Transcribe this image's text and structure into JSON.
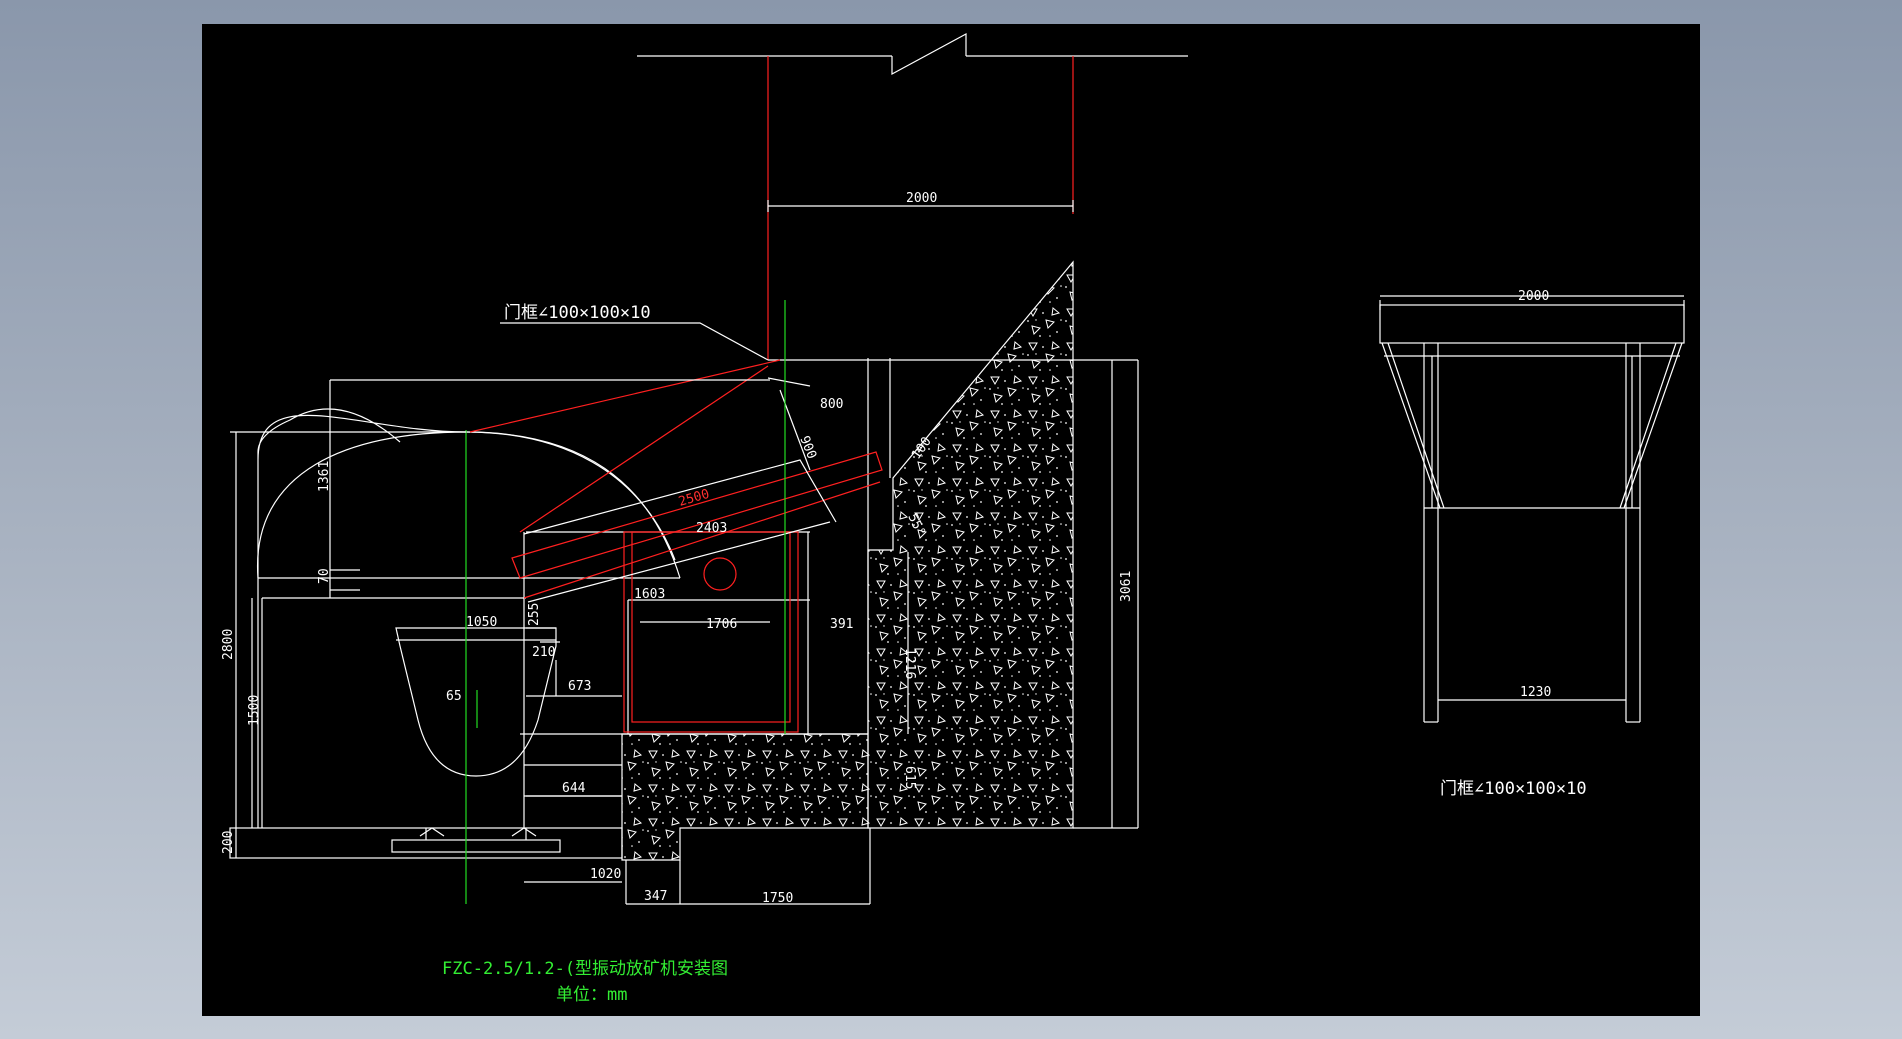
{
  "colors": {
    "background_outer": "#97a3b5",
    "canvas": "#000000",
    "line_white": "#ffffff",
    "line_red": "#ff2020",
    "line_green": "#22dd22",
    "text_white": "#ffffff",
    "text_red": "#ff3030",
    "text_green": "#33ee33"
  },
  "main_view": {
    "dimensions": {
      "d_2000_top": "2000",
      "d_800": "800",
      "d_900": "900",
      "d_100": "100",
      "d_55": "55°",
      "d_1361": "1361",
      "d_70": "70",
      "d_2500": "2500",
      "d_2403": "2403",
      "d_1603": "1603",
      "d_1050": "1050",
      "d_255": "255",
      "d_210": "210",
      "d_1706": "1706",
      "d_391": "391",
      "d_2800": "2800",
      "d_1500": "1500",
      "d_65": "65",
      "d_673": "673",
      "d_644": "644",
      "d_200": "200",
      "d_1020": "1020",
      "d_347": "347",
      "d_1750": "1750",
      "d_1216": "1216",
      "d_615": "615",
      "d_3061": "3061"
    },
    "callout_door_frame": "门框∠100×100×10"
  },
  "side_view": {
    "d_2000": "2000",
    "d_1230": "1230",
    "caption": "门框∠100×100×10"
  },
  "title_block": {
    "title": "FZC-2.5/1.2-(型振动放矿机安装图",
    "unit": "单位：mm"
  }
}
